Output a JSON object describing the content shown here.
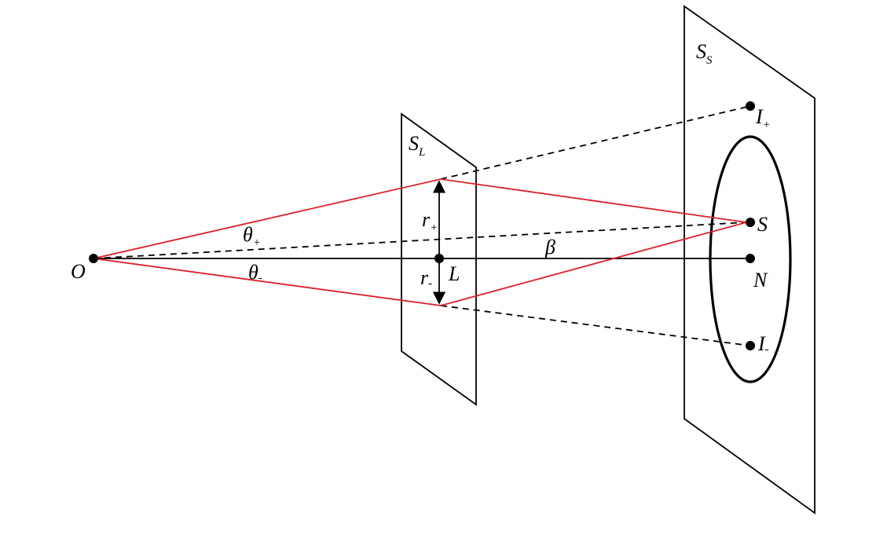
{
  "colors": {
    "line": "#000000",
    "ray": "#e0202a",
    "background": "#ffffff"
  },
  "labels": {
    "observer": "O",
    "lens": "L",
    "lens_plane": {
      "base": "S",
      "sub": "L"
    },
    "source_plane": {
      "base": "S",
      "sub": "S"
    },
    "source": "S",
    "optical_axis_point": "N",
    "image_plus": {
      "base": "I",
      "sub": "+"
    },
    "image_minus": {
      "base": "I",
      "sub": "-"
    },
    "theta_plus": {
      "base": "θ",
      "sub": "+"
    },
    "theta_minus": {
      "base": "θ",
      "sub": "-"
    },
    "r_plus": {
      "base": "r",
      "sub": "+"
    },
    "r_minus": {
      "base": "r",
      "sub": "-"
    },
    "beta": "β"
  }
}
